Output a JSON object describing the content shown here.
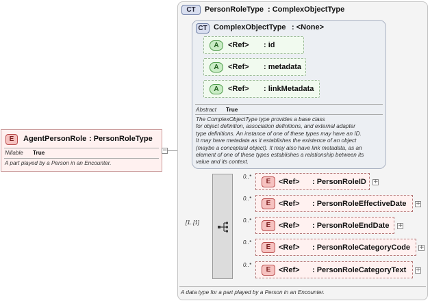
{
  "root_element": {
    "badge": "E",
    "name": "AgentPersonRole",
    "type": ": PersonRoleType",
    "nillable_label": "Nillable",
    "nillable_value": "True",
    "documentation": "A part played by a Person in an Encounter."
  },
  "person_role_type": {
    "badge": "CT",
    "name": "PersonRoleType",
    "base": ": ComplexObjectType",
    "documentation": "A data type for a part played by a Person in an Encounter.",
    "sequence_occurrence": "[1..[1]",
    "complex_object_type": {
      "badge": "CT",
      "name": "ComplexObjectType",
      "base": ": <None>",
      "abstract_label": "Abstract",
      "abstract_value": "True",
      "documentation_lines": [
        "The ComplexObjectType type provides a base class",
        "for object definition, association definitions, and external adapter",
        "type definitions. An instance of one of these types may have an ID.",
        "It may have metadata as it establishes the existence of an object",
        "(maybe a conceptual object). It may also have link metadata, as an",
        "element of one of these types establishes a relationship between its",
        "value and its context."
      ],
      "attributes": [
        {
          "badge": "A",
          "ref": "<Ref>",
          "name": ": id"
        },
        {
          "badge": "A",
          "ref": "<Ref>",
          "name": ": metadata"
        },
        {
          "badge": "A",
          "ref": "<Ref>",
          "name": ": linkMetadata"
        }
      ]
    },
    "elements": [
      {
        "badge": "E",
        "occurrence": "0..*",
        "ref": "<Ref>",
        "name": ": PersonRoleID",
        "expand": "+"
      },
      {
        "badge": "E",
        "occurrence": "0..*",
        "ref": "<Ref>",
        "name": ": PersonRoleEffectiveDate",
        "expand": "+"
      },
      {
        "badge": "E",
        "occurrence": "0..*",
        "ref": "<Ref>",
        "name": ": PersonRoleEndDate",
        "expand": "+"
      },
      {
        "badge": "E",
        "occurrence": "0..*",
        "ref": "<Ref>",
        "name": ": PersonRoleCategoryCode",
        "expand": "+"
      },
      {
        "badge": "E",
        "occurrence": "0..*",
        "ref": "<Ref>",
        "name": ": PersonRoleCategoryText",
        "expand": "+"
      }
    ]
  },
  "collapse_symbol": "−"
}
